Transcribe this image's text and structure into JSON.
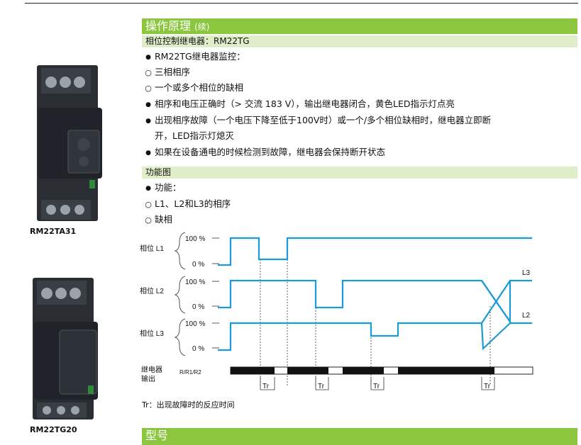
{
  "header": {
    "title": "操作原理",
    "title_suffix": "(续)",
    "subtitle": "相位控制继电器：RM22TG",
    "models_title": "型号"
  },
  "intro": {
    "items": [
      {
        "bullet": "dot",
        "text": "RM22TG继电器监控："
      },
      {
        "bullet": "ring",
        "text": "三相相序"
      },
      {
        "bullet": "ring",
        "text": "一个或多个相位的缺相"
      },
      {
        "bullet": "dot",
        "text": "相序和电压正确时（> 交流 183 V），输出继电器闭合，黄色LED指示灯点亮"
      },
      {
        "bullet": "dot",
        "text": "出现相序故障（一个电压下降至低于100V时）或一个/多个相位缺相时，继电器立即断"
      },
      {
        "bullet": "none",
        "text": "开，LED指示灯熄灭"
      },
      {
        "bullet": "dot",
        "text": "如果在设备通电的时候检测到故障，继电器会保持断开状态"
      }
    ]
  },
  "function": {
    "title": "功能图",
    "items": [
      {
        "bullet": "dot",
        "text": "功能："
      },
      {
        "bullet": "ring",
        "text": "L1、L2和L3的相序"
      },
      {
        "bullet": "ring",
        "text": "缺相"
      }
    ]
  },
  "diagram": {
    "phase_labels": [
      "相位 L1",
      "相位 L2",
      "相位 L3"
    ],
    "level_high": "100 %",
    "level_low": "0 %",
    "relay_label_1": "继电器",
    "relay_label_2": "输出",
    "relay_code": "R/R1/R2",
    "tr_label": "Tr",
    "cross_label_top": "L3",
    "cross_label_bottom": "L2",
    "line_color": "#1a9ad6"
  },
  "note": "Tr：出现故障时的反应时间",
  "products": [
    {
      "caption": "RM22TA31"
    },
    {
      "caption": "RM22TG20"
    }
  ]
}
